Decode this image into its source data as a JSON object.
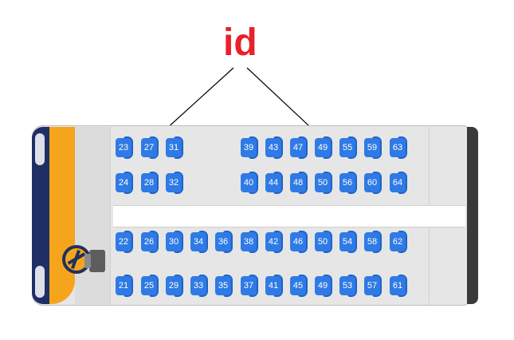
{
  "annotation": {
    "label": "id",
    "color": "#e8212a"
  },
  "seat_map": {
    "seat_color": "#2f7ae5",
    "rows": [
      [
        "23",
        "27",
        "31",
        "39",
        "43",
        "47",
        "49",
        "55",
        "59",
        "63"
      ],
      [
        "24",
        "28",
        "32",
        "40",
        "44",
        "48",
        "50",
        "56",
        "60",
        "64"
      ],
      [
        "22",
        "26",
        "30",
        "34",
        "36",
        "38",
        "42",
        "46",
        "50",
        "54",
        "58",
        "62"
      ],
      [
        "21",
        "25",
        "29",
        "33",
        "35",
        "37",
        "41",
        "45",
        "49",
        "53",
        "57",
        "61"
      ]
    ]
  }
}
